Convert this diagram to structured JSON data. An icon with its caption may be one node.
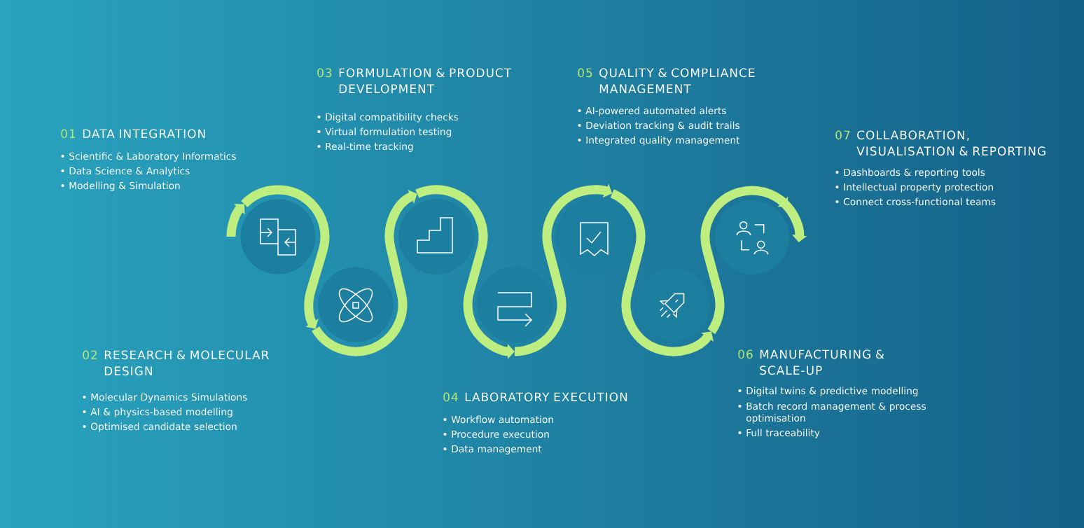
{
  "diagram": {
    "nodes": [
      {
        "text": [],
        "shape": "circle",
        "beside": [
          "01",
          "DATA INTEGRATION",
          "Scientific & Laboratory Informatics",
          "Data Science & Analytics",
          "Modelling & Simulation"
        ]
      },
      {
        "text": [],
        "shape": "circle",
        "beside": [
          "02",
          "RESEARCH & MOLECULAR DESIGN",
          "Molecular Dynamics Simulations",
          "AI & physics-based modelling",
          "Optimised candidate selection"
        ]
      },
      {
        "text": [],
        "shape": "circle",
        "beside": [
          "03",
          "FORMULATION & PRODUCT DEVELOPMENT",
          "Digital compatibility checks",
          "Virtual formulation testing",
          "Real-time tracking"
        ]
      },
      {
        "text": [],
        "shape": "circle",
        "beside": [
          "04",
          "LABORATORY EXECUTION",
          "Workflow automation",
          "Procedure execution",
          "Data management"
        ]
      },
      {
        "text": [],
        "shape": "circle",
        "beside": [
          "05",
          "QUALITY & COMPLIANCE MANAGEMENT",
          "AI-powered automated alerts",
          "Deviation tracking & audit trails",
          "Integrated quality management"
        ]
      },
      {
        "text": [],
        "shape": "circle",
        "beside": [
          "06",
          "MANUFACTURING & SCALE-UP",
          "Digital twins & predictive modelling",
          "Batch record management & process optimisation",
          "Full traceability"
        ]
      },
      {
        "text": [],
        "shape": "circle",
        "beside": [
          "07",
          "COLLABORATION, VISUALISATION & REPORTING",
          "Dashboards & reporting tools",
          "Intellectual property protection",
          "Connect cross-functional teams"
        ]
      }
    ],
    "edges": [
      {
        "from": null,
        "to": 0,
        "arrow": "to"
      },
      {
        "from": 0,
        "to": 1,
        "arrow": "to"
      },
      {
        "from": 1,
        "to": 2,
        "arrow": "to"
      },
      {
        "from": 2,
        "to": 3,
        "arrow": "to"
      },
      {
        "from": 3,
        "to": 4,
        "arrow": "to"
      },
      {
        "from": 4,
        "to": 5,
        "arrow": "to"
      },
      {
        "from": 5,
        "to": 6,
        "arrow": "to"
      }
    ]
  }
}
